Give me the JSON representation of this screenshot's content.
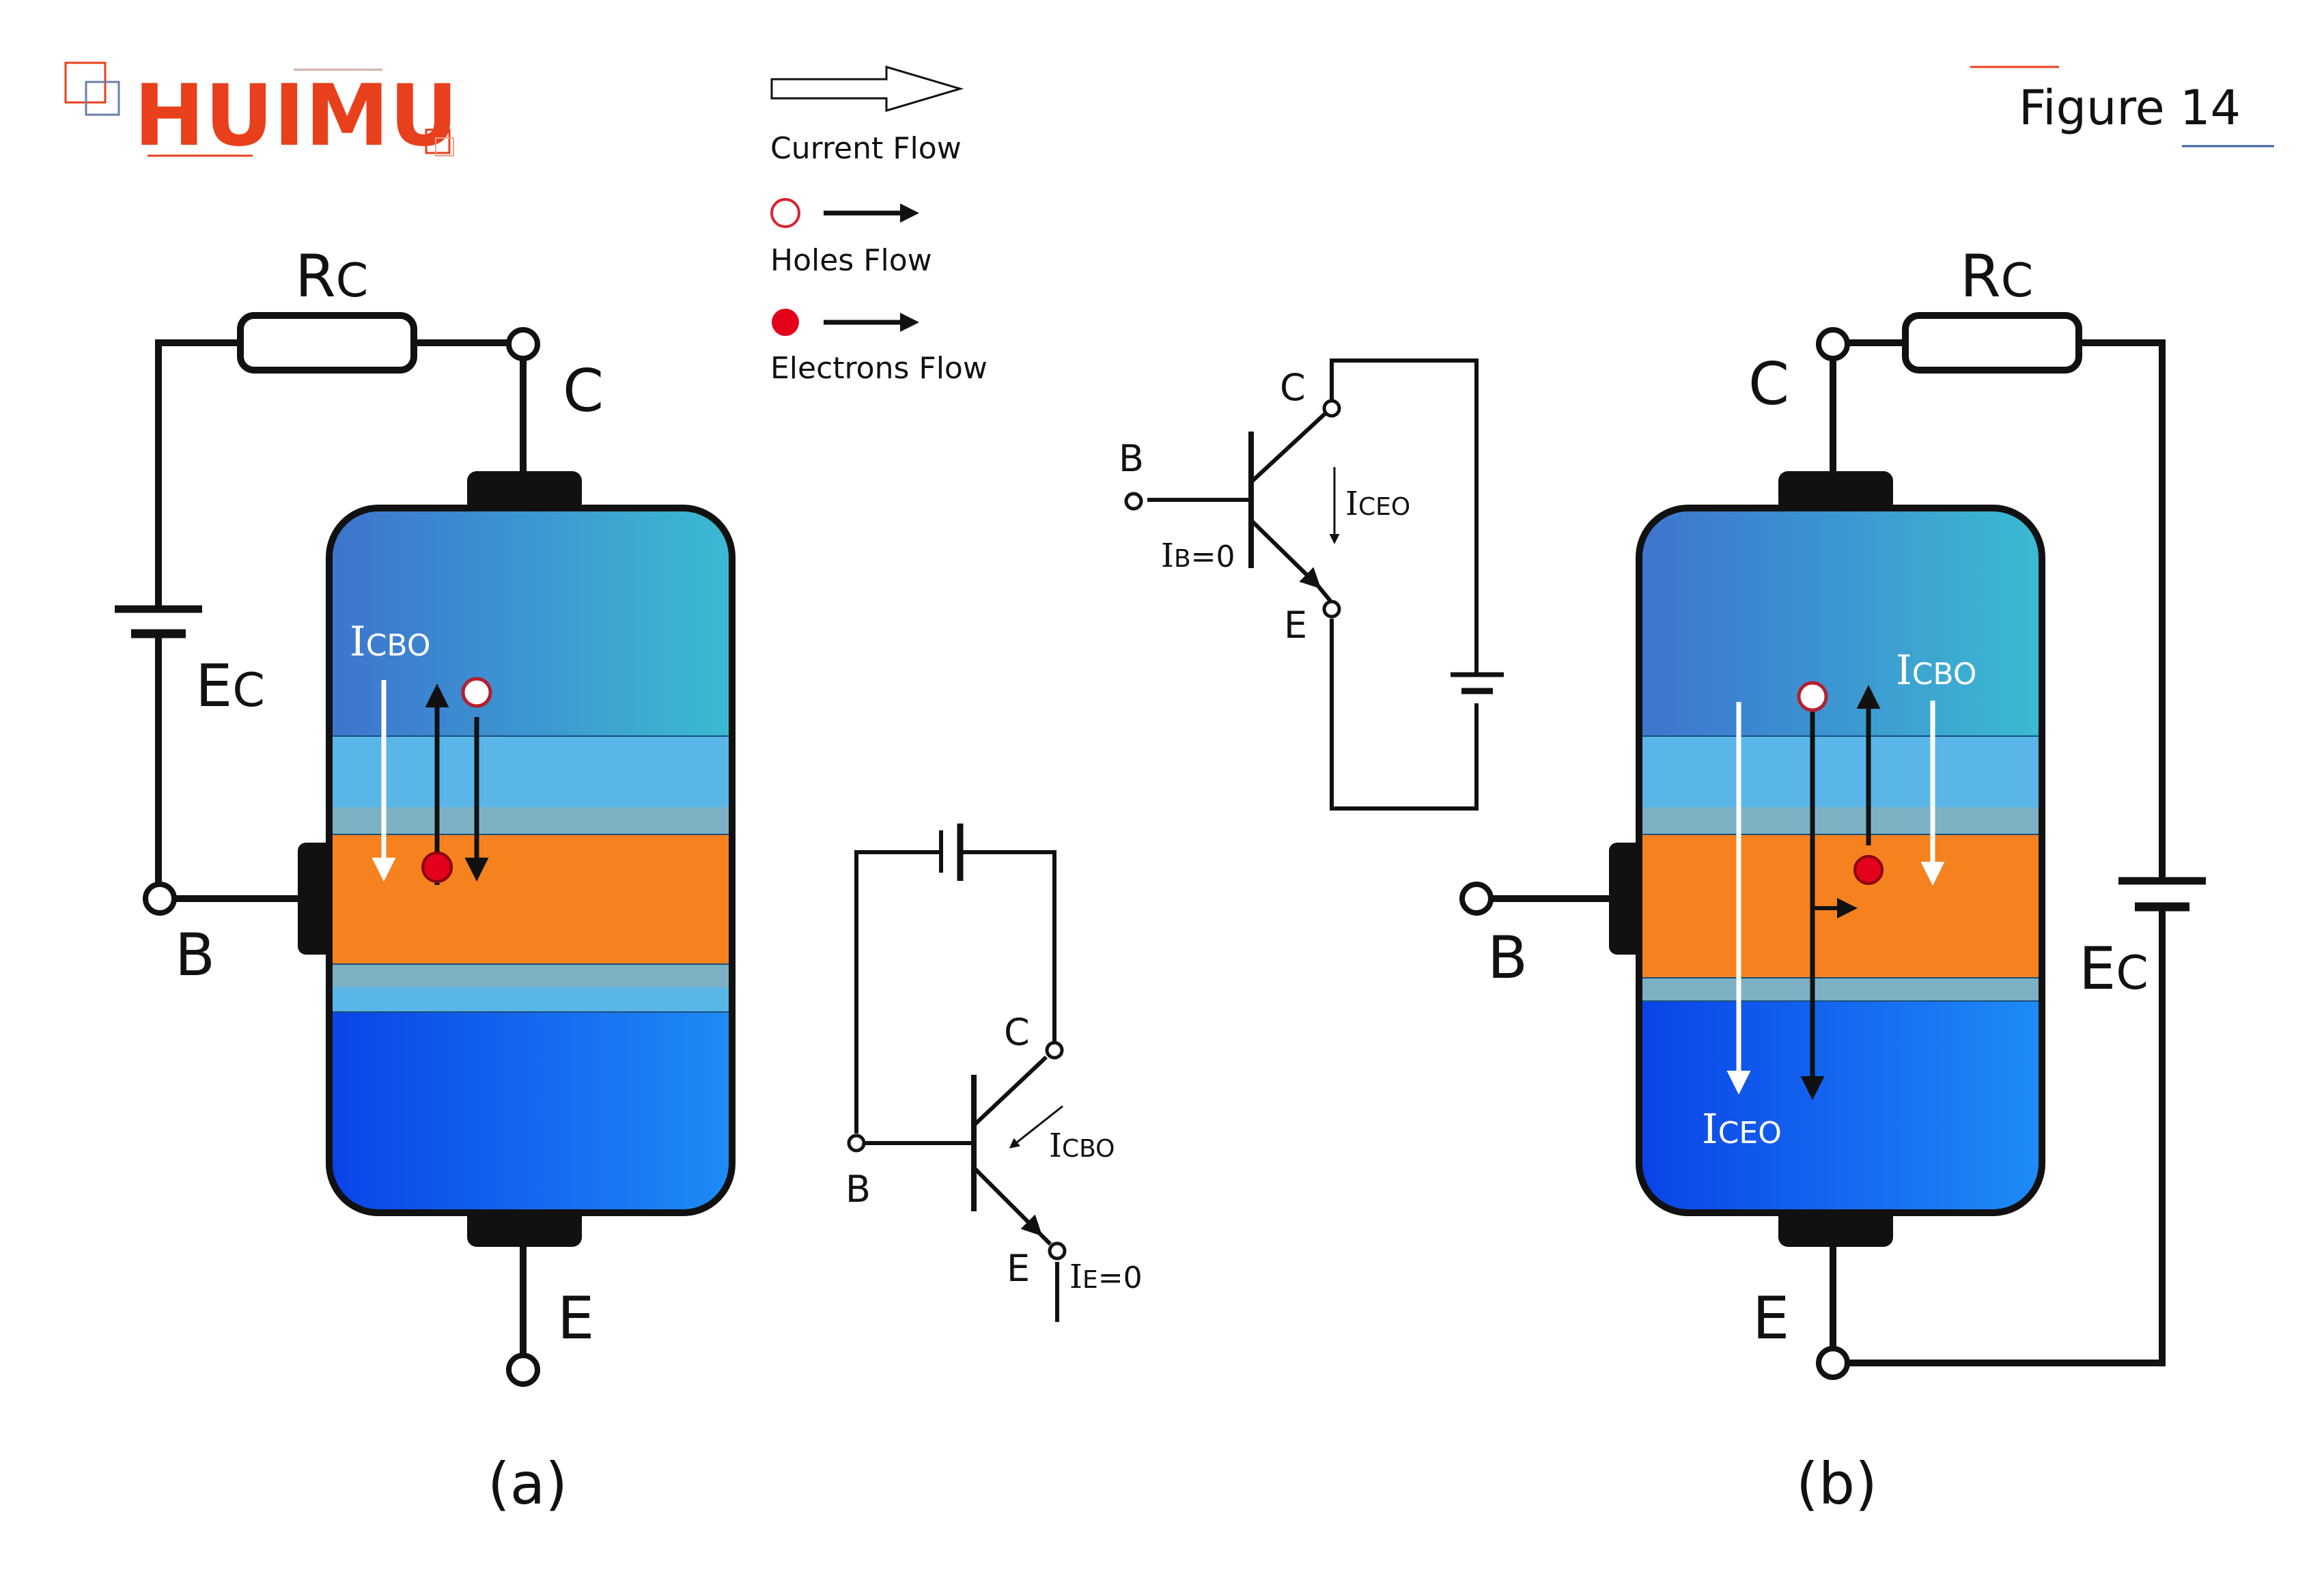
{
  "brand": {
    "logo_text": "HUIMU",
    "color": "#e8401c"
  },
  "figure_label": "Figure 14",
  "legend": {
    "current_flow": "Current Flow",
    "holes_flow": "Holes Flow",
    "electrons_flow": "Electrons Flow",
    "hole_color": "#d9232e",
    "electron_color": "#e3001b"
  },
  "panel_a": {
    "rc": {
      "main": "R",
      "sub": "C"
    },
    "ec": {
      "main": "E",
      "sub": "C"
    },
    "c": "C",
    "b": "B",
    "e": "E",
    "icbo": {
      "main": "I",
      "sub": "CBO"
    },
    "caption": "(a)"
  },
  "panel_b": {
    "rc": {
      "main": "R",
      "sub": "C"
    },
    "ec": {
      "main": "E",
      "sub": "C"
    },
    "c": "C",
    "b": "B",
    "e": "E",
    "icbo": {
      "main": "I",
      "sub": "CBO"
    },
    "iceo": {
      "main": "I",
      "sub": "CEO"
    },
    "caption": "(b)"
  },
  "schematic_top": {
    "c": "C",
    "b": "B",
    "e": "E",
    "iceo": {
      "main": "I",
      "sub": "CEO"
    },
    "ib": {
      "main": "I",
      "sub": "B",
      "tail": "=0"
    }
  },
  "schematic_bottom": {
    "c": "C",
    "b": "B",
    "e": "E",
    "icbo": {
      "main": "I",
      "sub": "CBO"
    },
    "ie": {
      "main": "I",
      "sub": "E",
      "tail": "=0"
    }
  },
  "colors": {
    "collector_left": "#3d74cf",
    "collector_right": "#3bbad2",
    "junction_light": "#5ab6e8",
    "junction_grey": "#7eb0c4",
    "base": "#f5821f",
    "emitter_left": "#0a43e8",
    "emitter_right": "#1e8cf6"
  }
}
